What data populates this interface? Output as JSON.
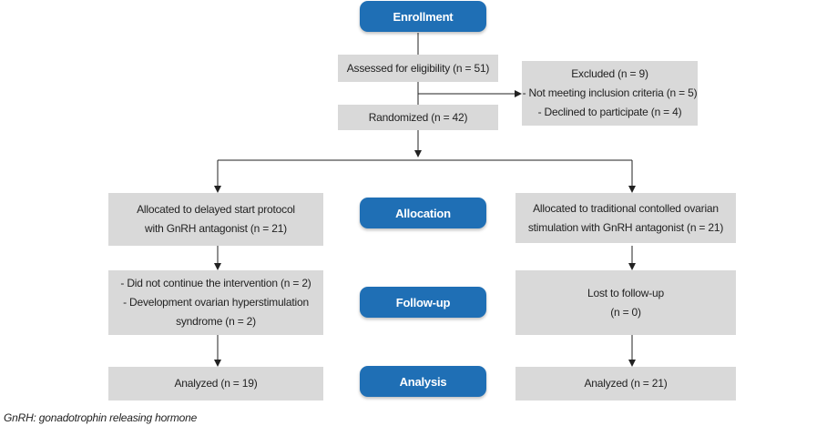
{
  "stages": {
    "enrollment": "Enrollment",
    "allocation": "Allocation",
    "follow_up": "Follow-up",
    "analysis": "Analysis"
  },
  "boxes": {
    "eligibility": [
      "Assessed for eligibility (n = 51)"
    ],
    "excluded": [
      "Excluded (n = 9)",
      "-  Not meeting inclusion criteria (n = 5)",
      "-  Declined to participate (n = 4)"
    ],
    "randomized": [
      "Randomized (n = 42)"
    ],
    "alloc_left": [
      "Allocated to delayed start protocol",
      "with GnRH antagonist (n = 21)"
    ],
    "alloc_right": [
      "Allocated to traditional contolled ovarian",
      "stimulation with GnRH antagonist (n = 21)"
    ],
    "follow_left": [
      "- Did not continue the intervention (n = 2)",
      "-  Development ovarian hyperstimulation",
      "syndrome (n = 2)"
    ],
    "follow_right": [
      "Lost to follow-up",
      "(n = 0)"
    ],
    "analyzed_left": [
      "Analyzed (n = 19)"
    ],
    "analyzed_right": [
      "Analyzed (n = 21)"
    ]
  },
  "footnote": "GnRH: gonadotrophin releasing hormone",
  "colors": {
    "stage_fill": "#1f6fb5",
    "box_fill": "#d9d9d9",
    "connector": "#222222"
  }
}
